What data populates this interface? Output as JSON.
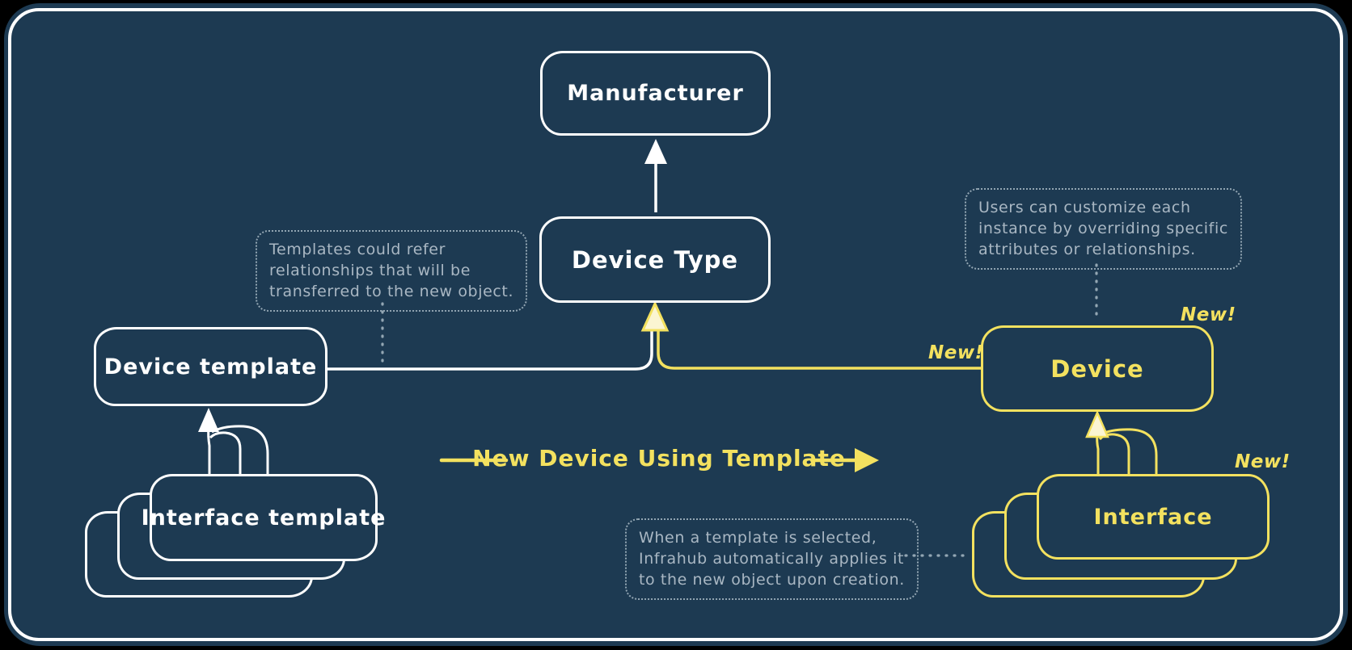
{
  "canvas": {
    "background": "#1d3a52",
    "frame_color": "#ffffff",
    "accent_yellow": "#f3e15f",
    "note_gray": "#a9b7c3"
  },
  "nodes": {
    "manufacturer": {
      "label": "Manufacturer"
    },
    "device_type": {
      "label": "Device Type"
    },
    "device_template": {
      "label": "Device template"
    },
    "interface_template": {
      "label": "Interface template"
    },
    "device": {
      "label": "Device"
    },
    "interface": {
      "label": "Interface"
    }
  },
  "badges": {
    "new": "New!"
  },
  "flow": {
    "label": "New Device Using Template"
  },
  "notes": {
    "templates_note": "Templates could refer\nrelationships that will be\ntransferred to the new object.",
    "customize_note": "Users can customize each\ninstance by overriding specific\nattributes or relationships.",
    "apply_note": "When a template is selected,\nInfrahub automatically applies it\nto the new object upon creation."
  }
}
